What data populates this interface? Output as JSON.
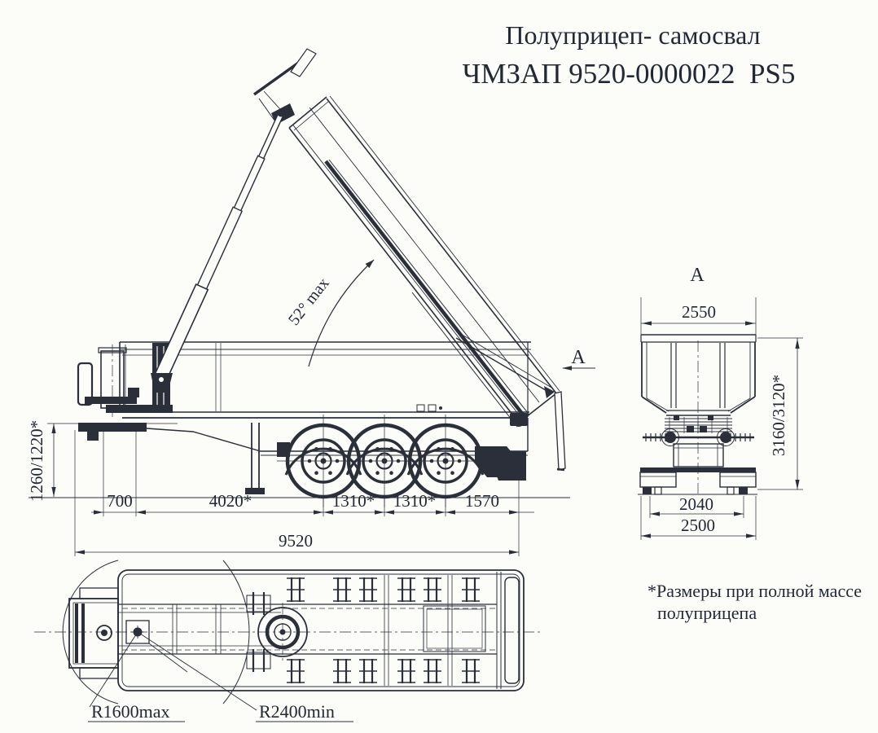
{
  "title": {
    "line1": "Полуприцеп- самосвал",
    "line2": "ЧМЗАП 9520-0000022  PS5"
  },
  "side_view": {
    "tip_angle_label": "52° max",
    "view_direction_label": "А",
    "dims": {
      "fifth_wheel_height": "1260/1220*",
      "kingpin_offset": "700",
      "kingpin_to_first_axle": "4020*",
      "axle_spacing_1": "1310*",
      "axle_spacing_2": "1310*",
      "rear_overhang": "1570",
      "overall_length": "9520"
    }
  },
  "rear_view": {
    "view_label": "А",
    "dims": {
      "body_width": "2550",
      "overall_height": "3160/3120*",
      "support_track": "2040",
      "overall_width": "2500"
    }
  },
  "top_view": {
    "dims": {
      "front_swing_radius": "R1600max",
      "min_turning_radius": "R2400min"
    }
  },
  "footnote": {
    "line1": "*Размеры при полной массе",
    "line2": "полуприцепа"
  },
  "colors": {
    "ink": "#2a2f3a",
    "paper": "#fcfcf9"
  }
}
